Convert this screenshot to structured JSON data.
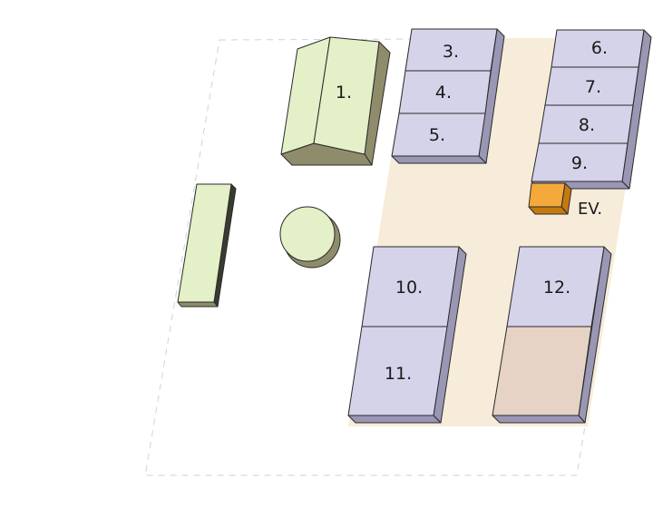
{
  "labels": {
    "b1": "1.",
    "b3": "3.",
    "b4": "4.",
    "b5": "5.",
    "b6": "6.",
    "b7": "7.",
    "b8": "8.",
    "b9": "9.",
    "b10": "10.",
    "b11": "11.",
    "b12": "12.",
    "ev": "EV."
  },
  "colors": {
    "building_top": "#d5d3ea",
    "building_side": "#9a97b5",
    "green_top": "#e3f0c8",
    "green_side": "#8f8c6c",
    "green_dark": "#3a3a32",
    "road": "#f7ecd9",
    "tan_block": "#e6d3c5",
    "ev_station": "#f4a93b",
    "ev_side": "#c47a10",
    "site_border": "#cfcfcf"
  }
}
